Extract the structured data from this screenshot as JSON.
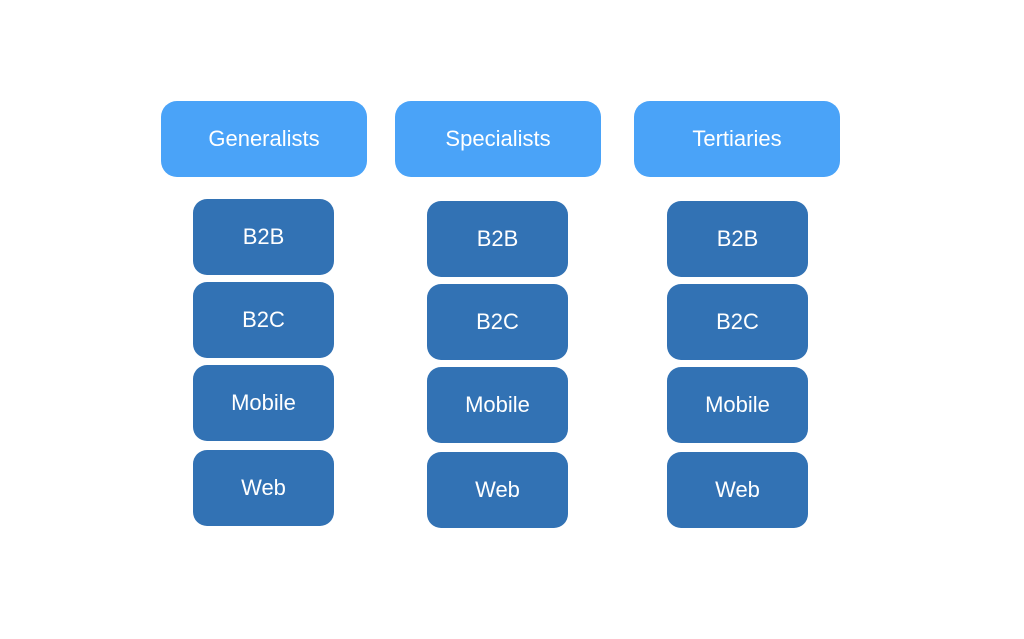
{
  "colors": {
    "header_fill": "#4aa3f8",
    "item_fill": "#3272b4",
    "text": "#ffffff",
    "background": "#ffffff"
  },
  "columns": [
    {
      "header": "Generalists",
      "items": [
        "B2B",
        "B2C",
        "Mobile",
        "Web"
      ]
    },
    {
      "header": "Specialists",
      "items": [
        "B2B",
        "B2C",
        "Mobile",
        "Web"
      ]
    },
    {
      "header": "Tertiaries",
      "items": [
        "B2B",
        "B2C",
        "Mobile",
        "Web"
      ]
    }
  ]
}
